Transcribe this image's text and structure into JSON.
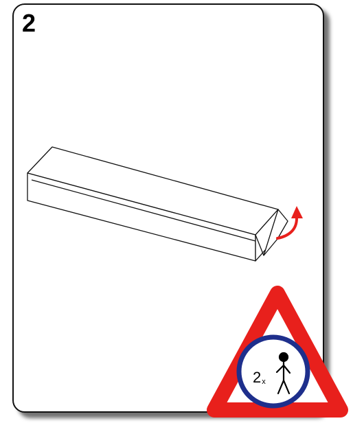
{
  "step": {
    "number": "2"
  },
  "warning": {
    "count": "2",
    "unit": "x",
    "icon": "two-person-lift-icon",
    "border_color": "#e8201c",
    "circle_color": "#1e2f8c"
  },
  "illustration": {
    "subject": "long-box",
    "arrow_color": "#e8201c"
  }
}
